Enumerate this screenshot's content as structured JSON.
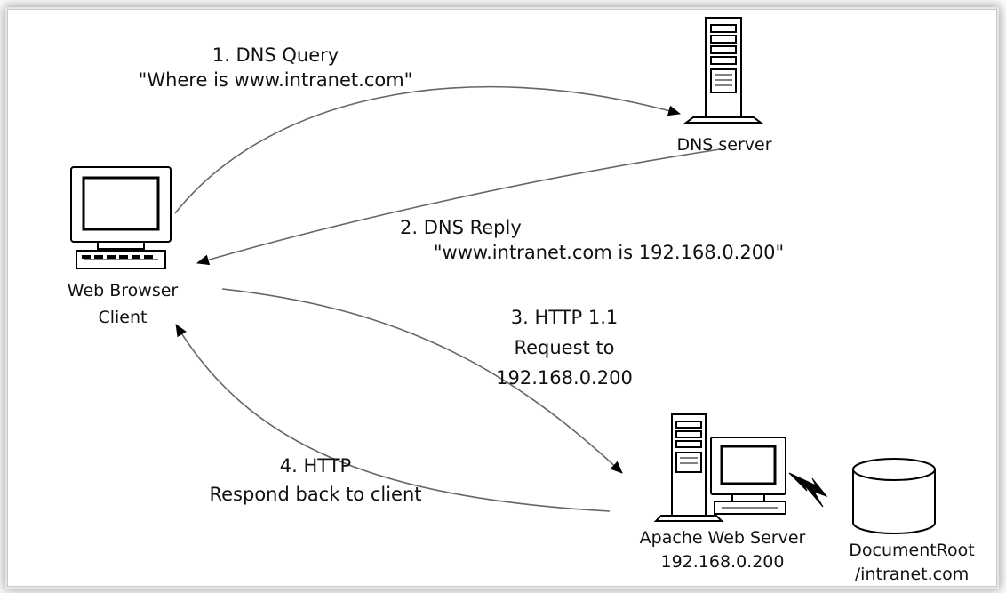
{
  "steps": {
    "dns_query": {
      "line1": "1. DNS Query",
      "line2": "\"Where is www.intranet.com\""
    },
    "dns_reply": {
      "line1": "2. DNS Reply",
      "line2": "\"www.intranet.com is 192.168.0.200\""
    },
    "http_request": {
      "line1": "3. HTTP 1.1",
      "line2": "Request to",
      "line3": "192.168.0.200"
    },
    "http_response": {
      "line1": "4. HTTP",
      "line2": "Respond back to client"
    }
  },
  "nodes": {
    "client": {
      "line1": "Web Browser",
      "line2": "Client",
      "icon": "desktop-computer-icon"
    },
    "dns_server": {
      "line1": "DNS server",
      "icon": "server-tower-icon"
    },
    "web_server": {
      "line1": "Apache Web Server",
      "line2": "192.168.0.200",
      "icon": "server-workstation-icon"
    },
    "document_root": {
      "line1": "DocumentRoot",
      "line2": "/intranet.com",
      "icon": "database-cylinder-icon"
    }
  }
}
